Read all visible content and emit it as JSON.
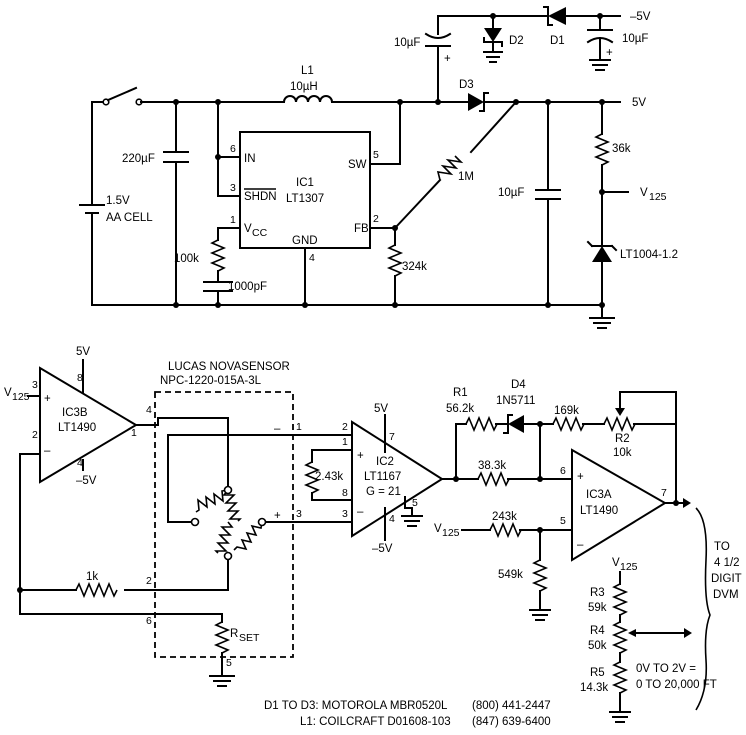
{
  "components": {
    "c_top1": "10µF",
    "d2": "D2",
    "d1": "D1",
    "neg5_top": "–5V",
    "c_top2": "10µF",
    "l1": "L1",
    "l1_val": "10µH",
    "d3": "D3",
    "out5v": "5V",
    "c220": "220µF",
    "battery_1": "1.5V",
    "battery_2": "AA CELL",
    "r1m": "1M",
    "r36k": "36k",
    "v125_top": "V",
    "v125_sub": "125",
    "c10_out": "10µF",
    "lt1004": "LT1004-1.2",
    "r100k": "100k",
    "c1000p": "1000pF",
    "r324k": "324k",
    "ic1_name": "IC1",
    "ic1_part": "LT1307",
    "ic1_in": "IN",
    "ic1_shdn": "SHDN",
    "ic1_vcc": "V",
    "ic1_vcc_sub": "CC",
    "ic1_sw": "SW",
    "ic1_fb": "FB",
    "ic1_gnd": "GND",
    "ic1_pin6": "6",
    "ic1_pin3": "3",
    "ic1_pin1": "1",
    "ic1_pin5": "5",
    "ic1_pin2": "2",
    "ic1_pin4": "4",
    "ic3b_name": "IC3B",
    "ic3b_part": "LT1490",
    "ic3b_v5": "5V",
    "ic3b_vneg": "–5V",
    "ic3b_p3": "3",
    "ic3b_p8": "8",
    "ic3b_p2": "2",
    "ic3b_p4": "4",
    "ic3b_p1": "1",
    "ic3b_p4out": "4",
    "ic3b_plus": "+",
    "ic3b_minus": "–",
    "sensor_1": "LUCAS NOVASENSOR",
    "sensor_2": "NPC-1220-015A-3L",
    "br_minus": "–",
    "br_plus": "+",
    "br_p1": "1",
    "br_p3": "3",
    "br_p2": "2",
    "br_p6": "6",
    "br_p5": "5",
    "r1k": "1k",
    "rset": "R",
    "rset_sub": "SET",
    "ic2_name": "IC2",
    "ic2_part": "LT1167",
    "ic2_gain": "G = 21",
    "ic2_v5": "5V",
    "ic2_vneg": "–5V",
    "r243k_gain": "2.43k",
    "ic2_p2": "2",
    "ic2_p1": "1",
    "ic2_p8": "8",
    "ic2_p3": "3",
    "ic2_p7": "7",
    "ic2_p4": "4",
    "ic2_p5": "5",
    "ic2_plus": "+",
    "ic2_minus": "–",
    "r1": "R1",
    "r1_val": "56.2k",
    "d4": "D4",
    "d4_part": "1N5711",
    "r169k": "169k",
    "r2": "R2",
    "r2_val": "10k",
    "r383k": "38.3k",
    "v125_mid": "V",
    "v125_mid_sub": "125",
    "r243k": "243k",
    "r549k": "549k",
    "ic3a_name": "IC3A",
    "ic3a_part": "LT1490",
    "ic3a_p6": "6",
    "ic3a_p5": "5",
    "ic3a_p7": "7",
    "ic3a_plus": "+",
    "ic3a_minus": "–",
    "v125_bot": "V",
    "v125_bot_sub": "125",
    "r3": "R3",
    "r3_val": "59k",
    "r4": "R4",
    "r4_val": "50k",
    "r5": "R5",
    "r5_val": "14.3k",
    "dvm_1": "TO",
    "dvm_2": "4 1/2",
    "dvm_3": "DIGIT",
    "dvm_4": "DVM",
    "range_1": "0V TO 2V =",
    "range_2": "0 TO 20,000 FT",
    "plus_sign": "+"
  },
  "notes": {
    "line1": "D1 TO D3: MOTOROLA MBR0520L",
    "line1_phone": "(800) 441-2447",
    "line2": "L1: COILCRAFT D01608-103",
    "line2_phone": "(847) 639-6400"
  }
}
